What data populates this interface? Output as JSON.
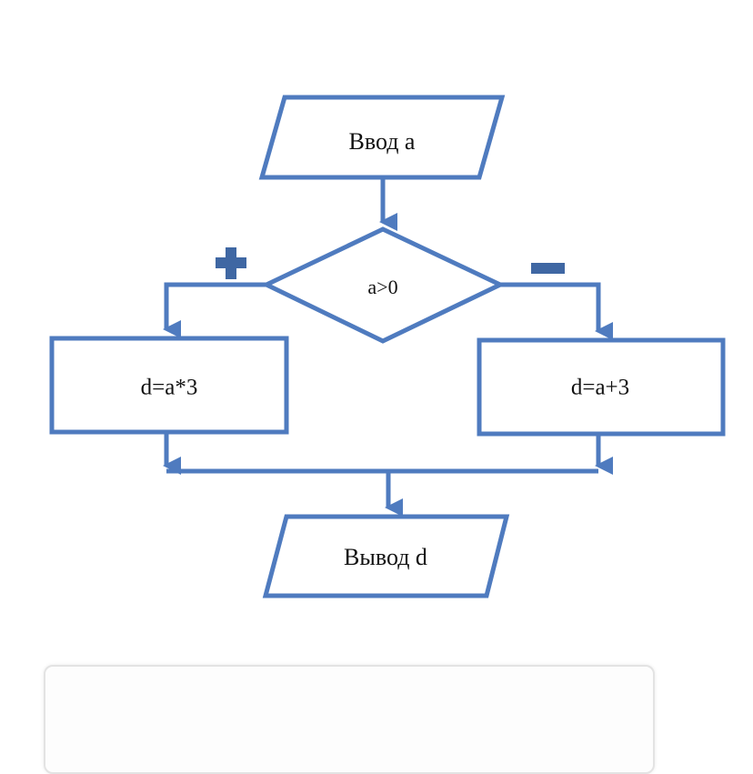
{
  "flowchart": {
    "input": "Ввод a",
    "condition": "a>0",
    "yes_sign": "+",
    "no_sign": "−",
    "yes_action": "d=a*3",
    "no_action": "d=a+3",
    "output": "Вывод d"
  },
  "colors": {
    "stroke": "#4f7bbf",
    "sign": "#3f67a3"
  }
}
